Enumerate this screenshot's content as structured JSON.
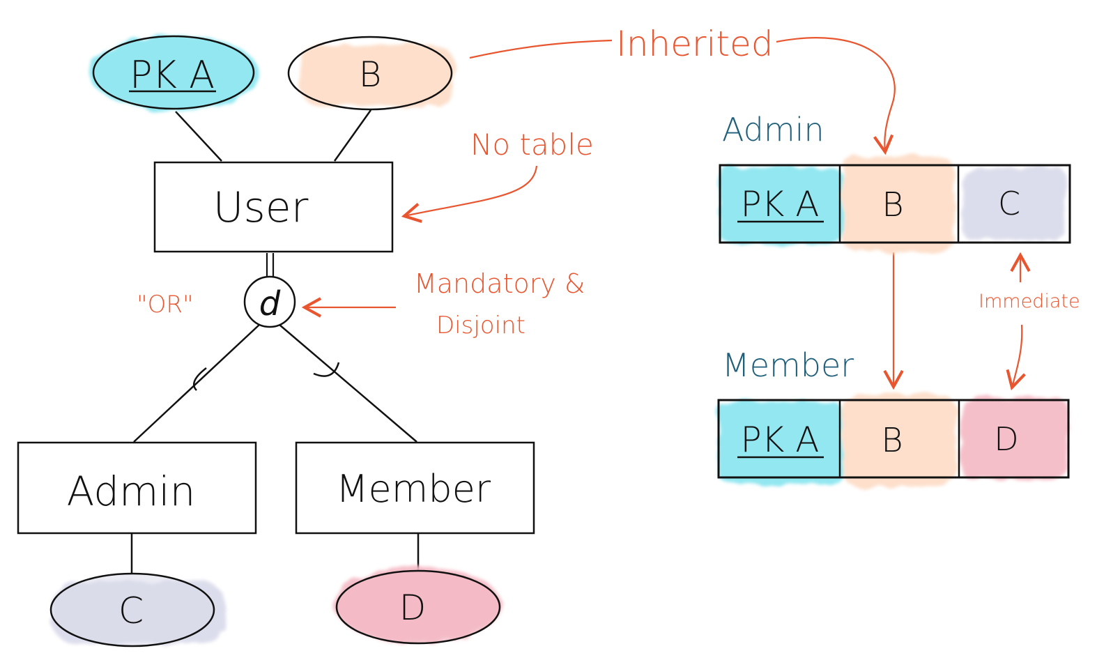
{
  "colors": {
    "pk": "#7fe3ee",
    "b": "#fddcc6",
    "c": "#d9daea",
    "d": "#f4b9c4",
    "annotation": "#e8552f",
    "table_title": "#1f5f7a",
    "ink": "#111111"
  },
  "er": {
    "attr_pk": "PK A",
    "attr_b": "B",
    "entity_user": "User",
    "disjoint_symbol": "d",
    "entity_admin": "Admin",
    "entity_member": "Member",
    "attr_c": "C",
    "attr_d": "D"
  },
  "annotations": {
    "inherited": "Inherited",
    "no_table": "No table",
    "or": "\"OR\"",
    "mandatory": "Mandatory &",
    "disjoint": "Disjoint",
    "immediate": "Immediate"
  },
  "tables": {
    "admin": {
      "title": "Admin",
      "cells": [
        "PK A",
        "B",
        "C"
      ]
    },
    "member": {
      "title": "Member",
      "cells": [
        "PK A",
        "B",
        "D"
      ]
    }
  }
}
